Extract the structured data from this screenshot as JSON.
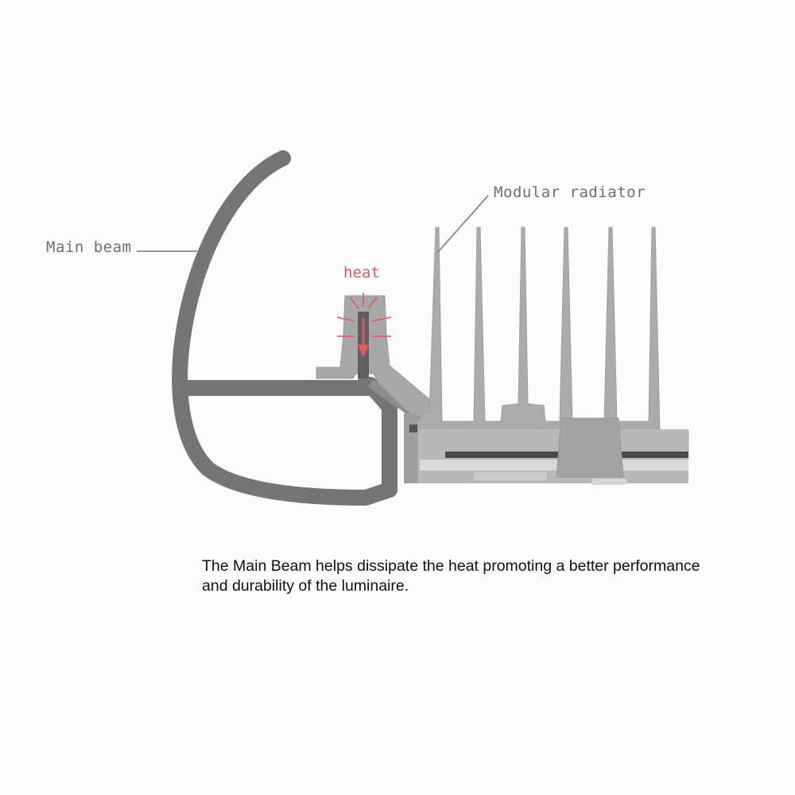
{
  "labels": {
    "main_beam": "Main beam",
    "modular_radiator": "Modular radiator",
    "heat": "heat"
  },
  "caption": "The Main Beam helps dissipate the heat promoting a better performance\nand durability of the luminaire.",
  "colors": {
    "beam": "#757575",
    "radiator": "#aaaaaa",
    "heat_arrow": "#e3565d",
    "leader_line": "#8a8a8a",
    "background": "#fcfcfc"
  }
}
